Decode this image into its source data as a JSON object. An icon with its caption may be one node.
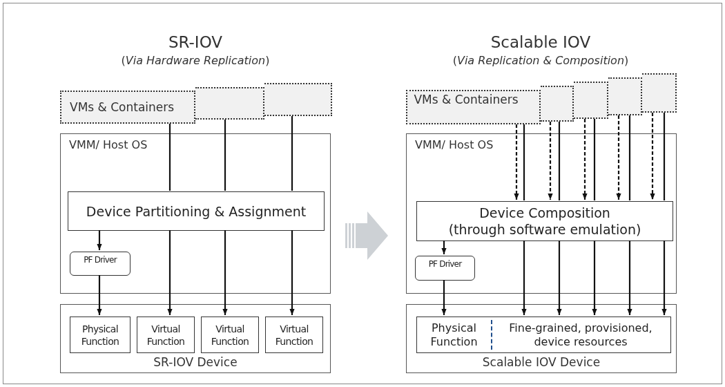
{
  "diagram": {
    "nodes": [
      {
        "text": [
          "VMs & Containers"
        ]
      },
      {
        "text": [],
        "shape": "box"
      },
      {
        "text": [],
        "shape": "box"
      },
      {
        "text": [
          "VMM/ Host OS"
        ]
      },
      {
        "text": [
          "Device Partitioning & Assignment"
        ],
        "in": 3
      },
      {
        "text": [
          "PF Driver"
        ],
        "in": 3
      },
      {
        "text": [
          "SR-IOV Device"
        ]
      },
      {
        "text": [
          "Physical Function"
        ],
        "in": 6
      },
      {
        "text": [
          "Virtual Function"
        ],
        "in": 6
      },
      {
        "text": [
          "Virtual Function"
        ],
        "in": 6
      },
      {
        "text": [
          "Virtual Function"
        ],
        "in": 6
      },
      {
        "text": [
          "VMs & Containers"
        ]
      },
      {
        "text": [],
        "shape": "box"
      },
      {
        "text": [],
        "shape": "box"
      },
      {
        "text": [],
        "shape": "box"
      },
      {
        "text": [],
        "shape": "box"
      },
      {
        "text": [
          "VMM/ Host OS"
        ]
      },
      {
        "text": [
          "Device Composition",
          "(through software emulation)"
        ],
        "in": 16
      },
      {
        "text": [
          "PF Driver"
        ],
        "in": 16
      },
      {
        "text": [
          "Scalable IOV Device"
        ]
      },
      {
        "text": [
          "Physical Function"
        ],
        "in": 19
      },
      {
        "text": [
          "Fine-grained, provisioned, device resources"
        ],
        "in": 19
      }
    ],
    "edges": [
      {
        "from": 0,
        "to": 4,
        "arrow": "none"
      },
      {
        "from": 1,
        "to": 4,
        "arrow": "none"
      },
      {
        "from": 2,
        "to": 4,
        "arrow": "none"
      },
      {
        "from": 4,
        "to": 5,
        "arrow": "to"
      },
      {
        "from": 5,
        "to": 7,
        "arrow": "to"
      },
      {
        "from": 4,
        "to": 8,
        "arrow": "to"
      },
      {
        "from": 4,
        "to": 9,
        "arrow": "to"
      },
      {
        "from": 4,
        "to": 10,
        "arrow": "to"
      },
      {
        "from": 11,
        "to": 17,
        "arrow": "to",
        "style": "dashed"
      },
      {
        "from": 11,
        "to": 17,
        "arrow": "none"
      },
      {
        "from": 12,
        "to": 17,
        "arrow": "to",
        "style": "dashed"
      },
      {
        "from": 12,
        "to": 17,
        "arrow": "none"
      },
      {
        "from": 13,
        "to": 17,
        "arrow": "to",
        "style": "dashed"
      },
      {
        "from": 13,
        "to": 17,
        "arrow": "none"
      },
      {
        "from": 14,
        "to": 17,
        "arrow": "to",
        "style": "dashed"
      },
      {
        "from": 14,
        "to": 17,
        "arrow": "none"
      },
      {
        "from": 15,
        "to": 17,
        "arrow": "to",
        "style": "dashed"
      },
      {
        "from": 15,
        "to": 17,
        "arrow": "none"
      },
      {
        "from": 17,
        "to": 18,
        "arrow": "to"
      },
      {
        "from": 18,
        "to": 20,
        "arrow": "to"
      },
      {
        "from": 17,
        "to": 21,
        "arrow": "to"
      },
      {
        "from": 17,
        "to": 21,
        "arrow": "to"
      },
      {
        "from": 17,
        "to": 21,
        "arrow": "to"
      },
      {
        "from": 17,
        "to": 21,
        "arrow": "to"
      },
      {
        "from": 17,
        "to": 21,
        "arrow": "to"
      }
    ],
    "labels": [
      "SR-IOV",
      "(*Via Hardware Replication*)",
      "Scalable IOV",
      "(*Via Replication & Composition*)"
    ]
  }
}
